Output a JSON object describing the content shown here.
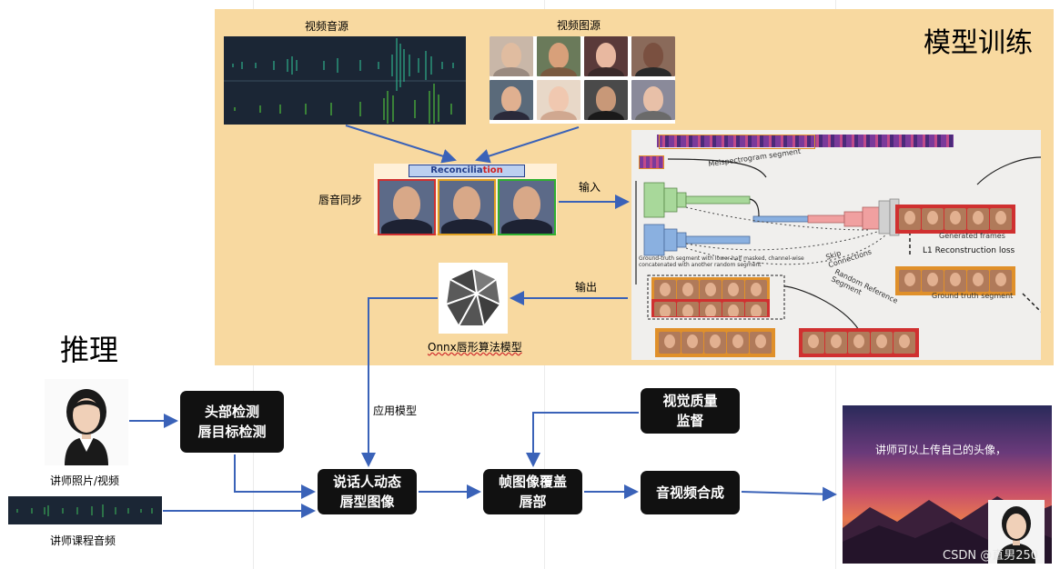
{
  "training": {
    "title": "模型训练",
    "audio_label": "视频音源",
    "image_label": "视频图源",
    "lip_sync_label": "唇音同步",
    "reconciliation_label": "Reconcilia",
    "reconciliation_label_red": "tion",
    "input_label": "输入",
    "output_label": "输出",
    "onnx_label": "Onnx唇形算法模型",
    "diagram": {
      "melspectrogram": "Melspectrogram segment",
      "generated_frames": "Generated frames",
      "l1_loss": "L1 Reconstruction loss",
      "ground_truth_lower": "Ground-truth segment with lower-half masked, channel-wise concatenated with another random segment",
      "skip": "Skip Connections",
      "random_ref": "Random Reference Segment",
      "ground_truth_segment": "Ground truth segment"
    }
  },
  "inference": {
    "title": "推理",
    "photo_label": "讲师照片/视频",
    "audio_label": "讲师课程音频",
    "detect_box": [
      "头部检测",
      "唇目标检测"
    ],
    "talking_box": [
      "说话人动态",
      "唇型图像"
    ],
    "frame_box": [
      "帧图像覆盖",
      "唇部"
    ],
    "quality_box": [
      "视觉质量",
      "监督"
    ],
    "av_box": "音视频合成",
    "apply_model_label": "应用模型",
    "result_text": "讲师可以上传自己的头像，",
    "watermark": "CSDN @直男250"
  },
  "colors": {
    "panel": "#f8d9a0",
    "arrow": "#3a62b8",
    "box": "#111111"
  }
}
